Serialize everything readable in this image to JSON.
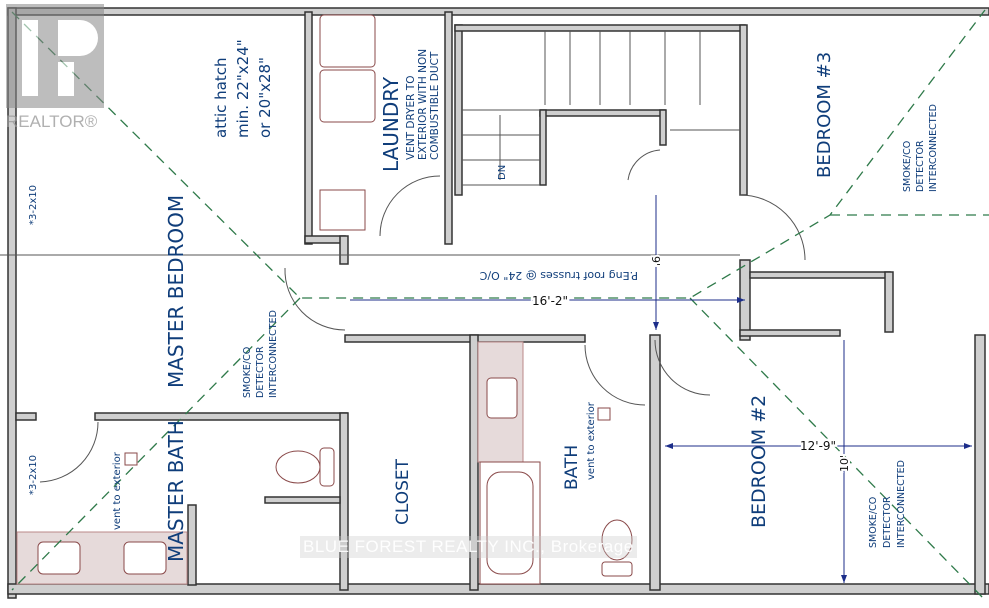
{
  "rooms": {
    "master_bedroom": "MASTER BEDROOM",
    "master_bath": "MASTER BATH",
    "laundry": "LAUNDRY",
    "bedroom3": "BEDROOM #3",
    "bedroom2": "BEDROOM #2",
    "bath": "BATH",
    "closet": "CLOSET"
  },
  "notes": {
    "attic_1": "attic hatch",
    "attic_2": "min. 22\"x24\"",
    "attic_3": "or 20\"x28\"",
    "dryer_1": "VENT DRYER TO",
    "dryer_2": "EXTERIOR WITH NON",
    "dryer_3": "COMBUSTIBLE DUCT",
    "smoke_1": "SMOKE/CO",
    "smoke_2": "DETECTOR",
    "smoke_3": "INTERCONNECTED",
    "vent": "vent to exterior",
    "trusses": "P.Eng roof trusses @ 24\" O/C",
    "header": "*3-2x10",
    "dn": "DN"
  },
  "dimensions": {
    "hall_width": "16'-2\"",
    "hall_depth": "9'",
    "bed2_width": "12'-9\"",
    "bed2_depth": "10'"
  },
  "watermark": {
    "brokerage": "BLUE FOREST REALTY INC., Brokerage",
    "realtor": "REALTOR®"
  },
  "colors": {
    "text": "#0f3d7a",
    "ridge": "#2f7a4a",
    "dimension": "#1c2d8a",
    "wall": "#cfcfcf"
  }
}
